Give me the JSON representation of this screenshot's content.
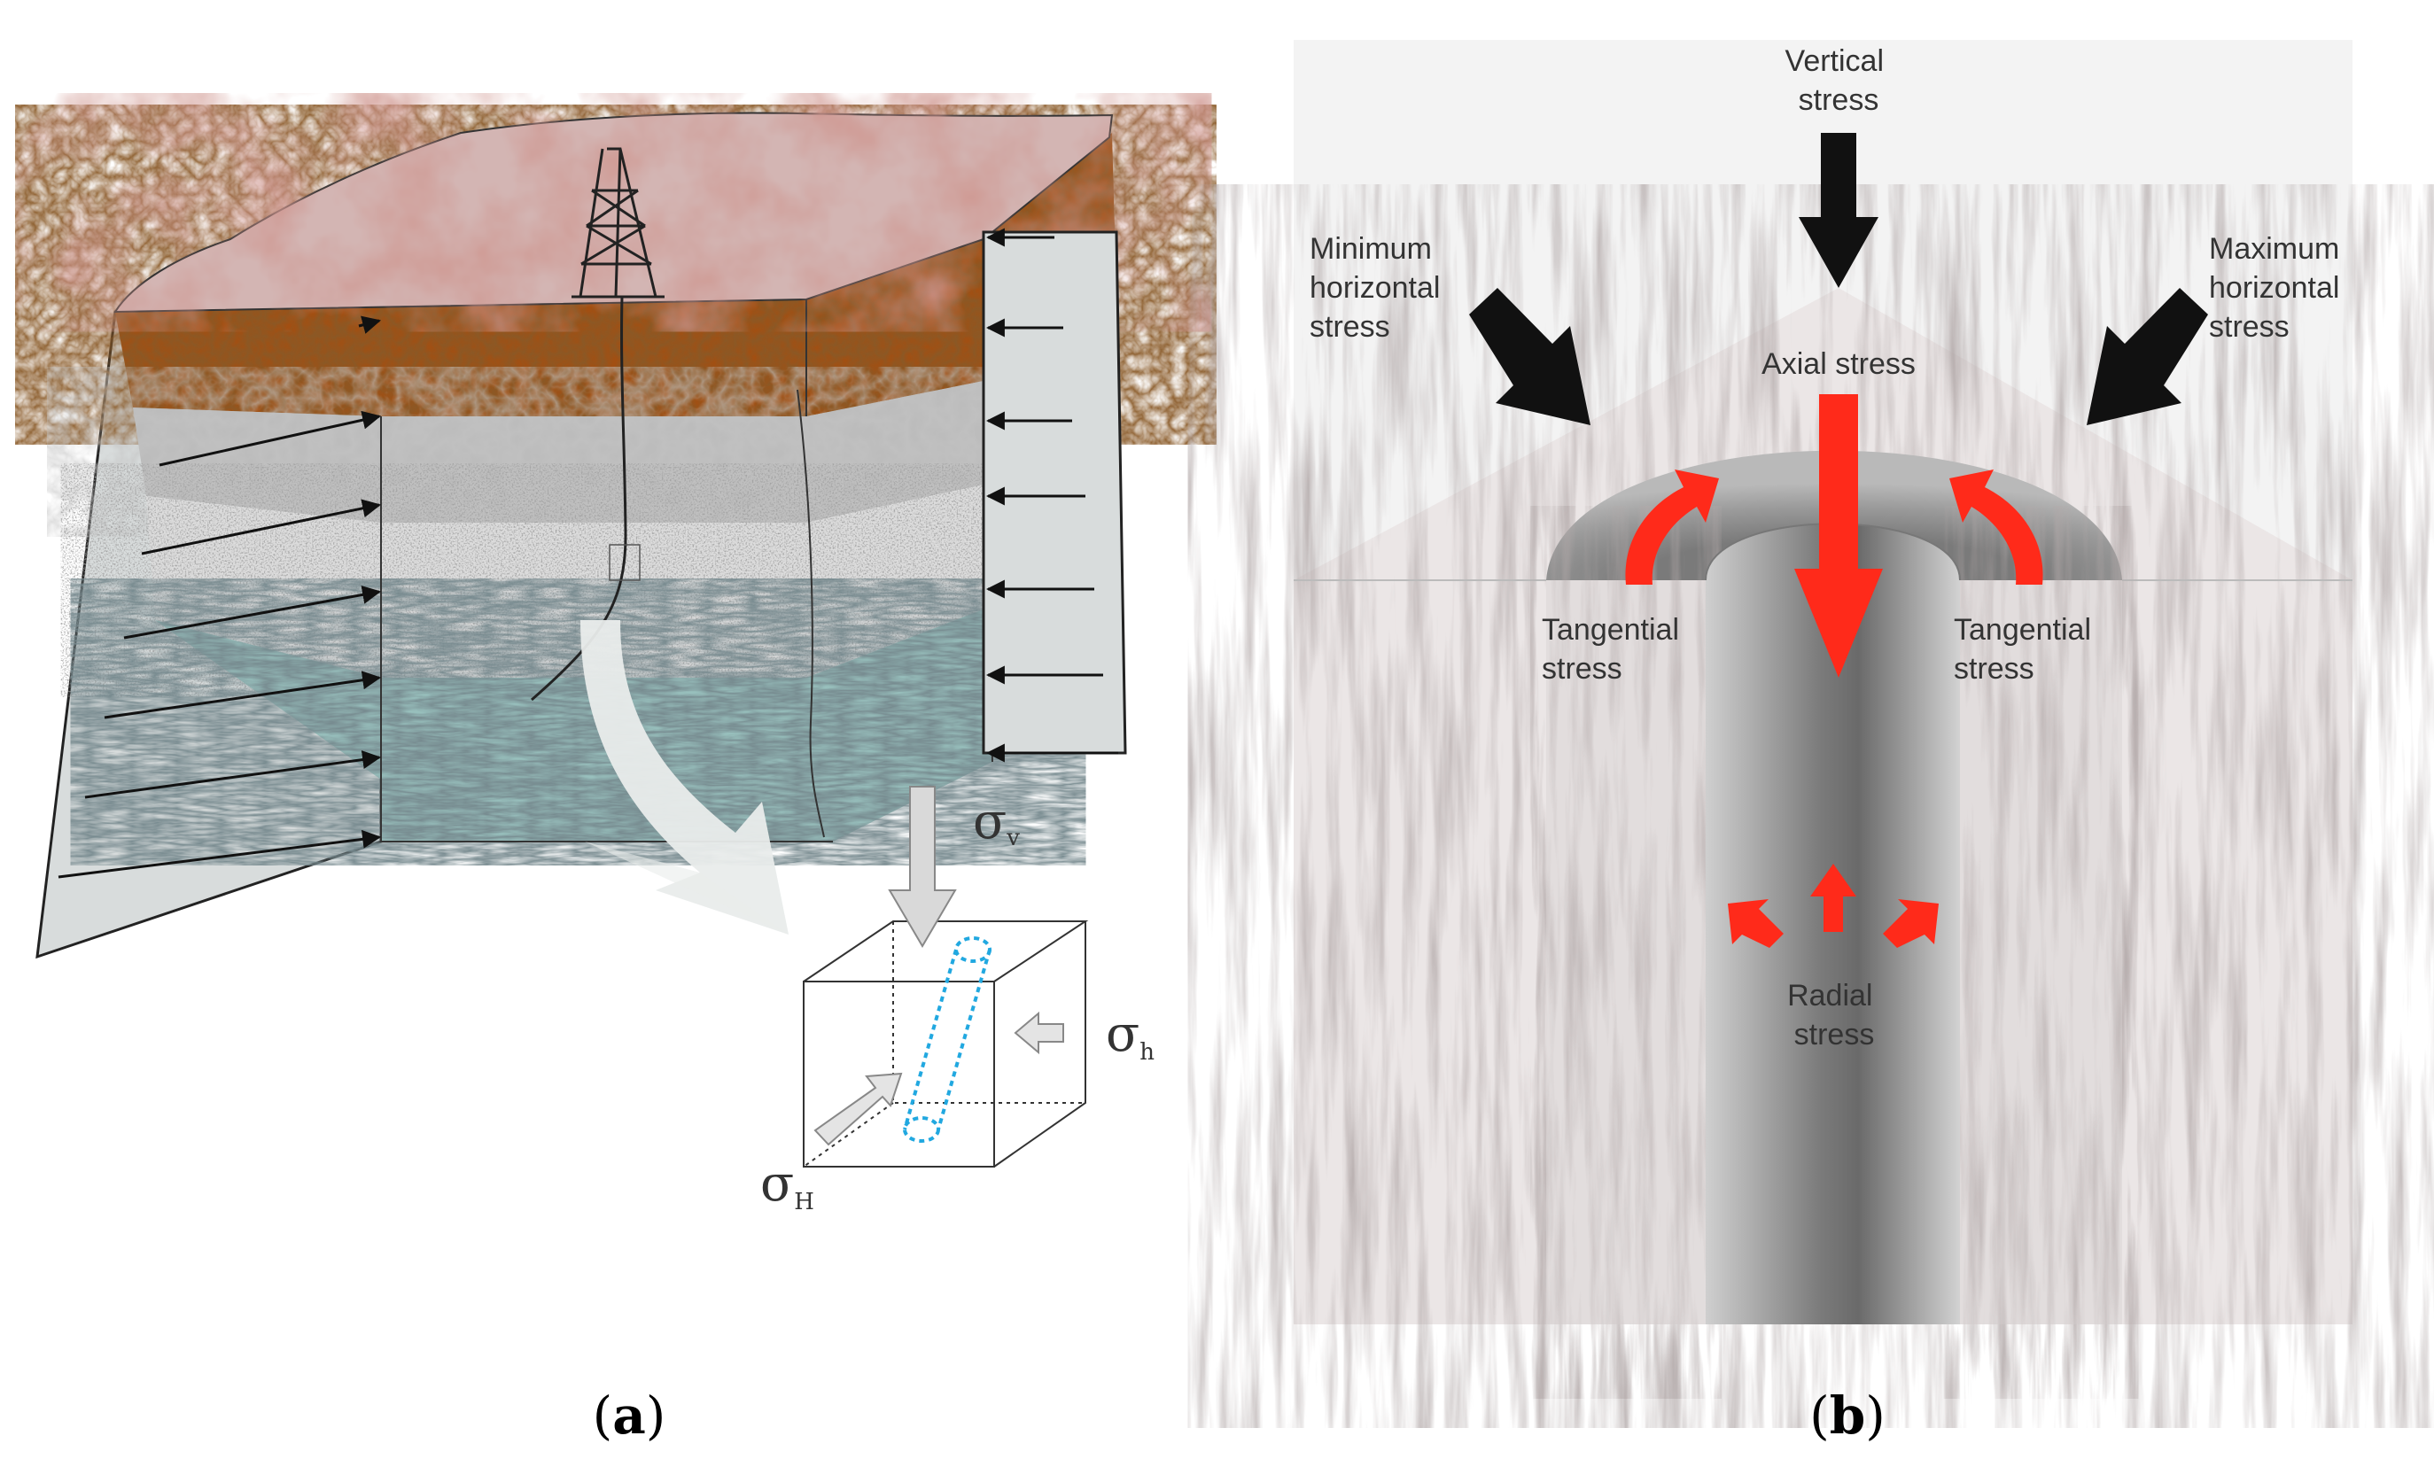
{
  "panel_a": {
    "caption_open": "(",
    "caption_letter": "a",
    "caption_close": ")",
    "sigma_v": {
      "base": "σ",
      "sub": "v"
    },
    "sigma_h": {
      "base": "σ",
      "sub": "h"
    },
    "sigma_H": {
      "base": "σ",
      "sub": "H"
    }
  },
  "panel_b": {
    "caption_open": "(",
    "caption_letter": "b",
    "caption_close": ")",
    "vertical_stress": [
      "Vertical",
      "stress"
    ],
    "minimum_horizontal_stress": [
      "Minimum",
      "horizontal",
      "stress"
    ],
    "maximum_horizontal_stress": [
      "Maximum",
      "horizontal",
      "stress"
    ],
    "axial_stress": "Axial stress",
    "tangential_left": [
      "Tangential",
      "stress"
    ],
    "tangential_right": [
      "Tangential",
      "stress"
    ],
    "radial_stress": [
      "Radial",
      "stress"
    ]
  },
  "colors": {
    "topsoil": "#c9a3a0",
    "brown_layer": "#a24f12",
    "gray_layer": "#b8b8b8",
    "sand_layer": "#d6d6d6",
    "water_layer": "#8fb7b5",
    "highlight_red": "#ff2a1a",
    "borehole_blue": "#21a8e0"
  }
}
